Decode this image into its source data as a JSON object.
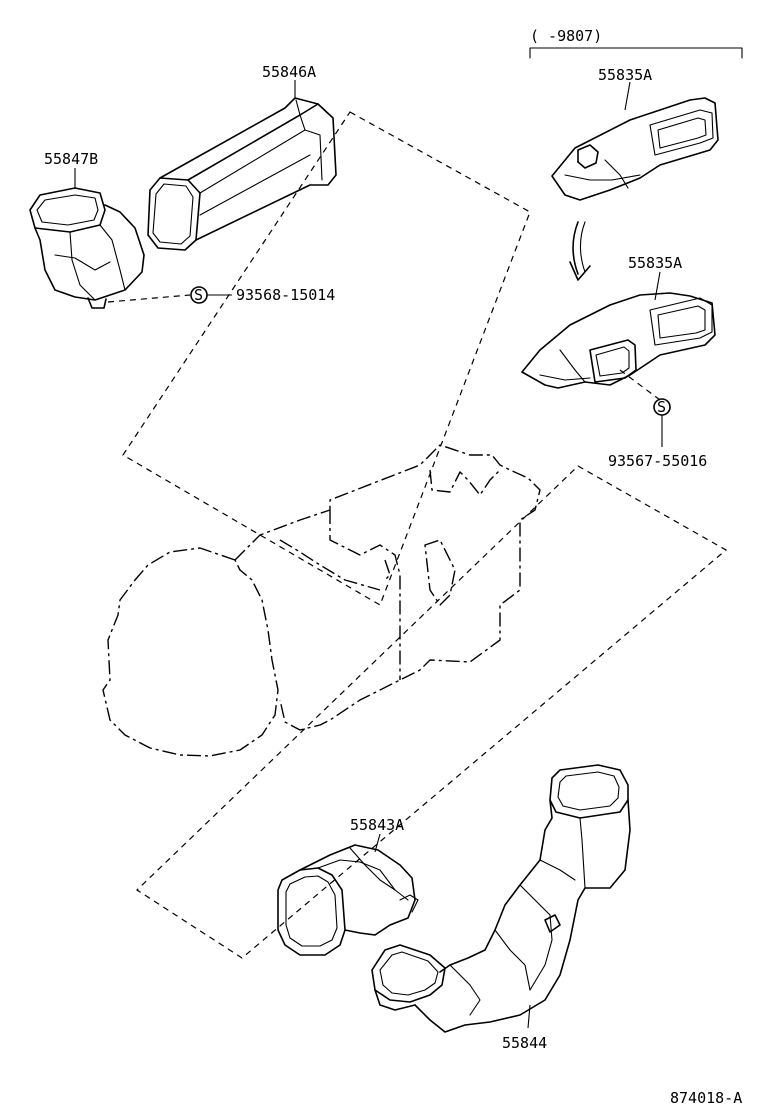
{
  "range_label": "(    -9807)",
  "drawing_number": "874018-A",
  "screw_symbol": "S",
  "parts": {
    "p55846A": "55846A",
    "p55847B": "55847B",
    "p93568": "93568-15014",
    "p55835A_old": "55835A",
    "p55835A": "55835A",
    "p93567": "93567-55016",
    "p55843A": "55843A",
    "p55844": "55844"
  }
}
